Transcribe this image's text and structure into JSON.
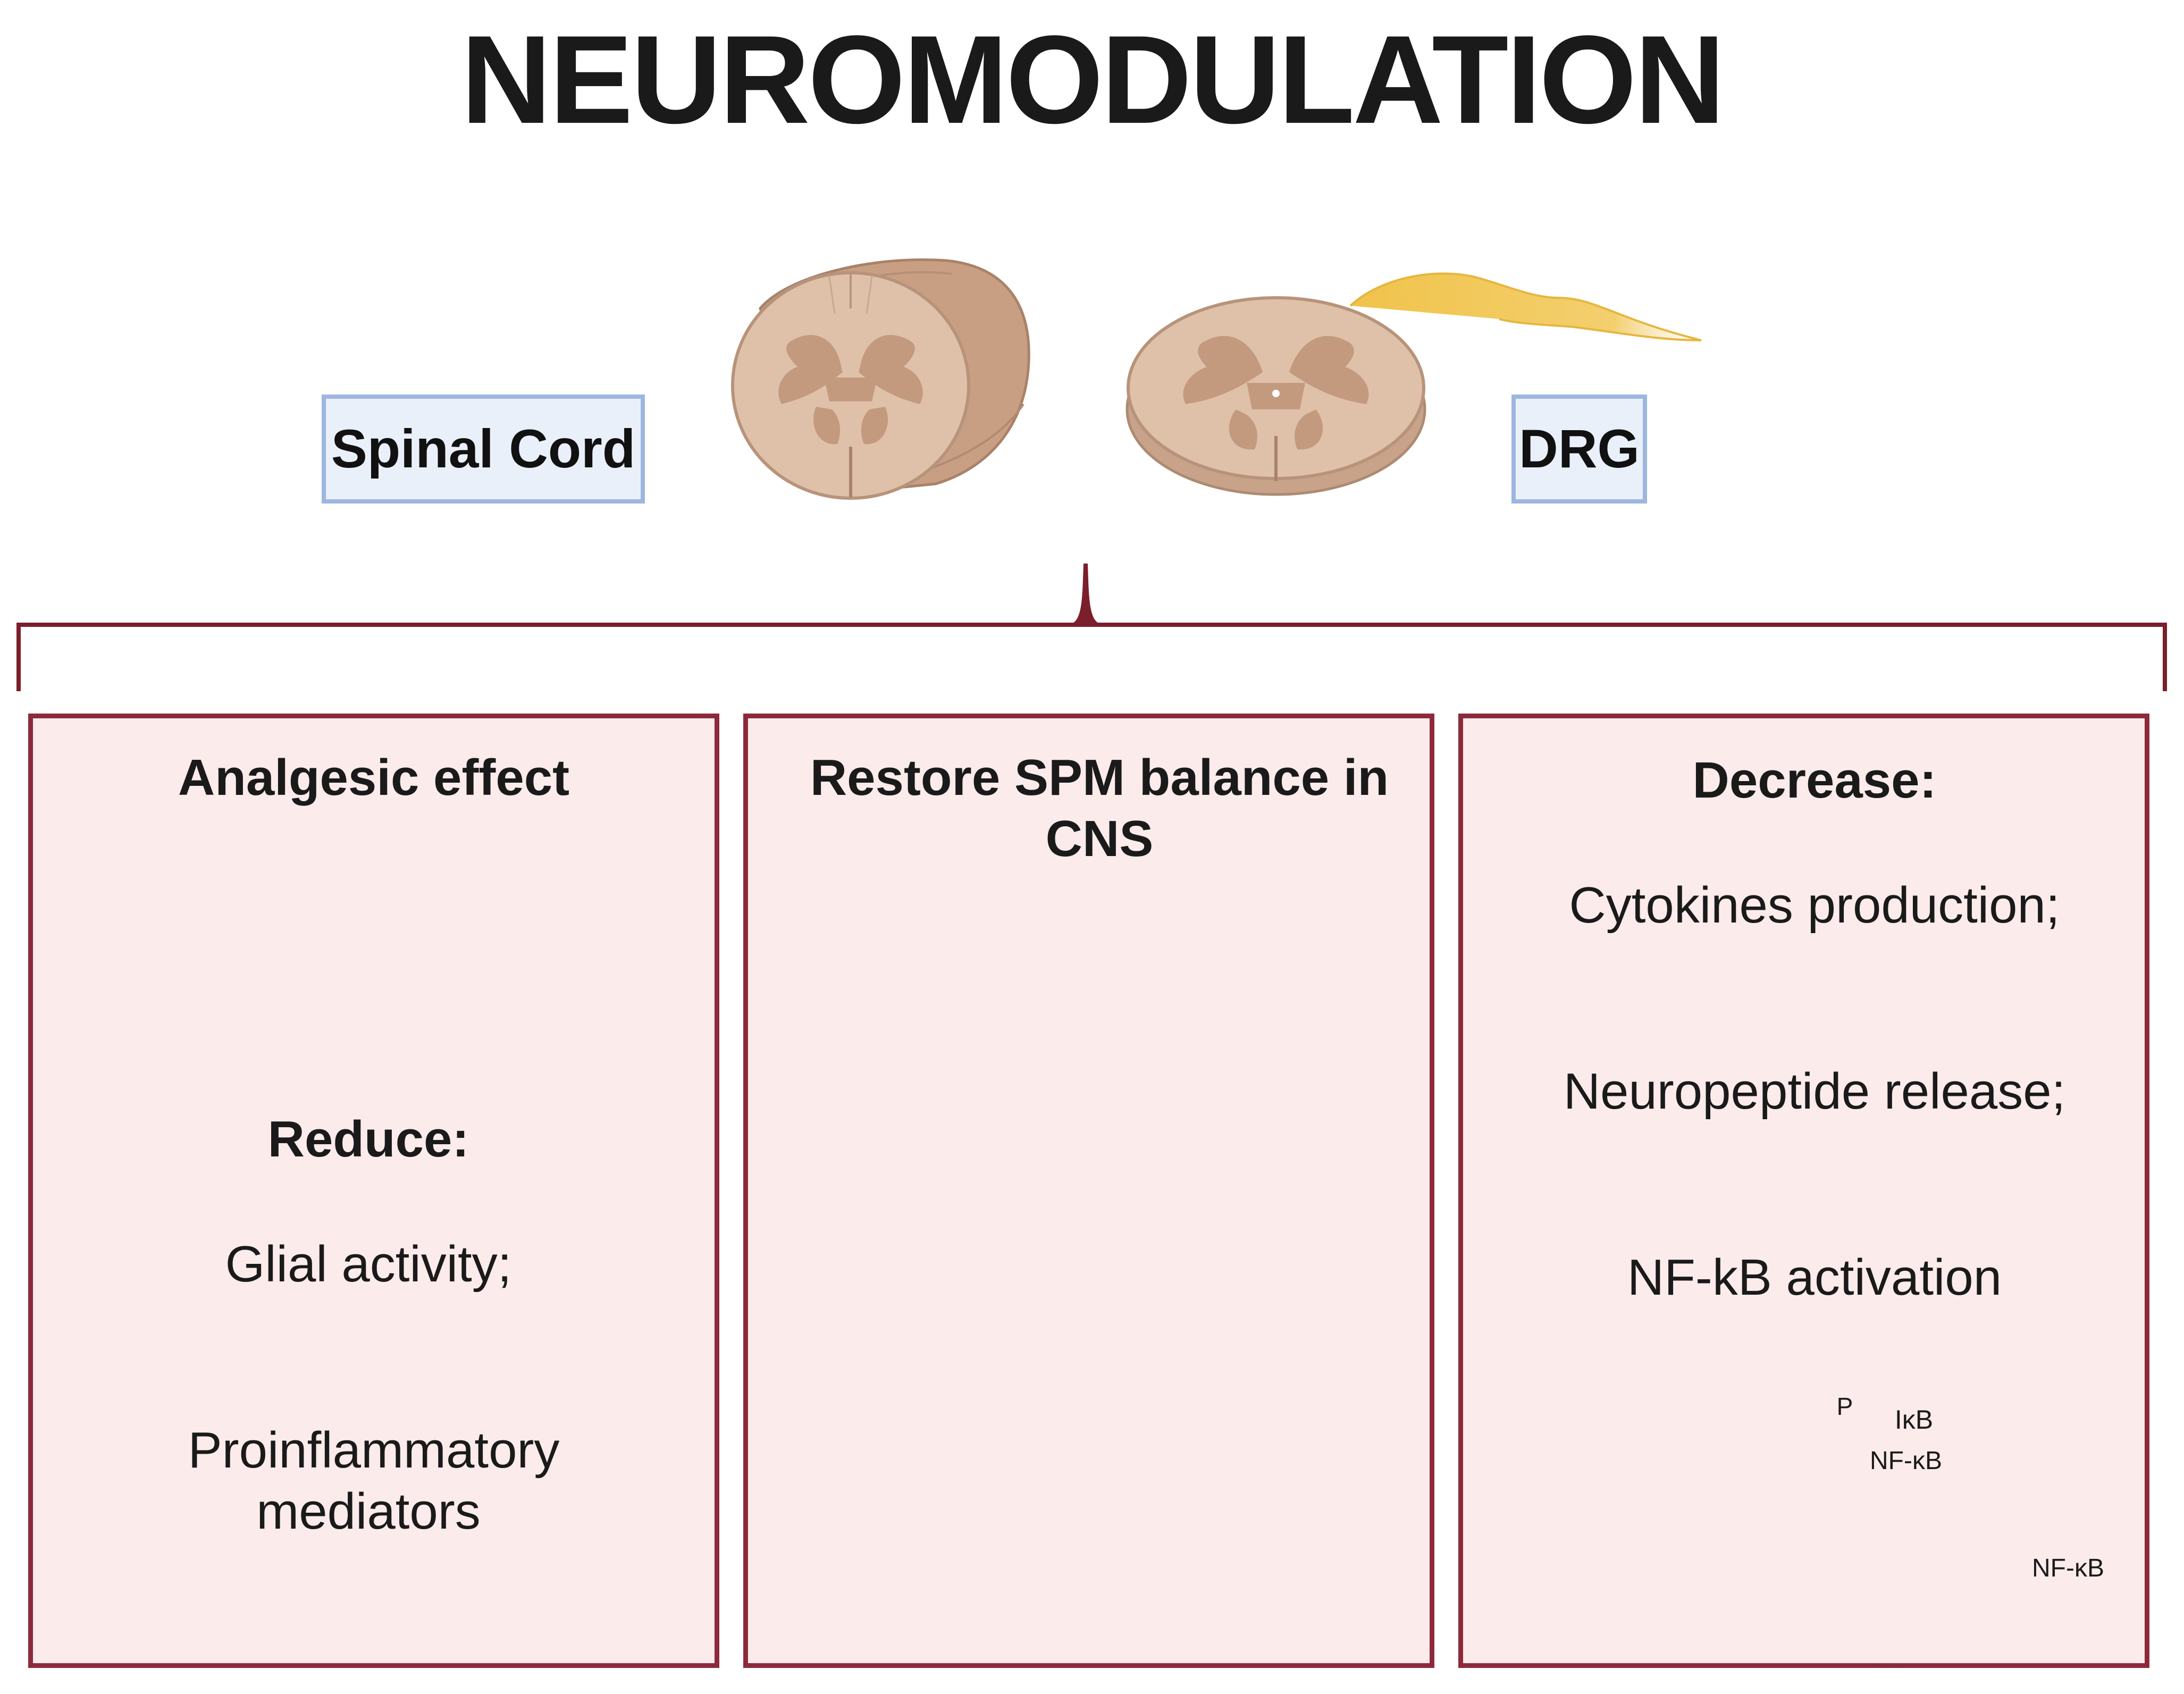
{
  "title": "NEUROMODULATION",
  "tags": {
    "spinal_cord": "Spinal Cord",
    "drg": "DRG"
  },
  "panels": {
    "left": {
      "heading": "Analgesic effect",
      "subheading": "Reduce:",
      "items": [
        "Glial activity;",
        "Proinflammatory",
        "mediators"
      ]
    },
    "middle": {
      "heading_line1": "Restore SPM balance in",
      "heading_line2": "CNS"
    },
    "right": {
      "heading": "Decrease:",
      "items": [
        "Cytokines production;",
        "Neuropeptide release;",
        "NF-kB activation"
      ],
      "complex": {
        "phospho": "P",
        "inhibitor": "IκB",
        "factor": "NF-κB",
        "factor_free": "NF-κB"
      }
    }
  },
  "colors": {
    "panel_fill": "#fcebeb",
    "panel_border": "#8c2a3b",
    "bracket": "#7a1f2b",
    "tag_fill": "#eaf0fa",
    "tag_border": "#9db6df",
    "tissue": "#dfc1aa",
    "grey_matter": "#c49a7f",
    "nerve": "#f0c34a",
    "neuron": "#c97cb4",
    "astrocyte": "#f2b24f"
  }
}
